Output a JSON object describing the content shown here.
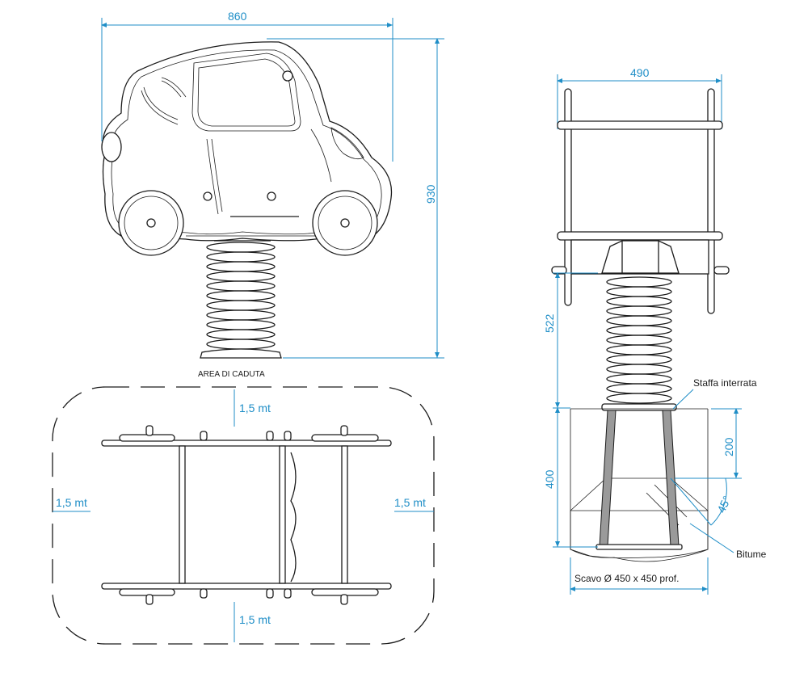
{
  "front_view": {
    "width_label": "860",
    "height_label": "930",
    "fall_area_label": "AREA DI CADUTA"
  },
  "top_view": {
    "top_label": "1,5 mt",
    "bottom_label": "1,5 mt",
    "left_label": "1,5 mt",
    "right_label": "1,5 mt"
  },
  "side_view": {
    "width_label": "490",
    "spring_height_label": "522",
    "depth_label": "400",
    "embed_label": "200",
    "angle_label": "45°",
    "bracket_label": "Staffa interrata",
    "bitumen_label": "Bitume",
    "excavation_label": "Scavo Ø 450 x 450 prof."
  },
  "colors": {
    "dimension": "#1f8ec7",
    "line": "#1c1c1c"
  }
}
